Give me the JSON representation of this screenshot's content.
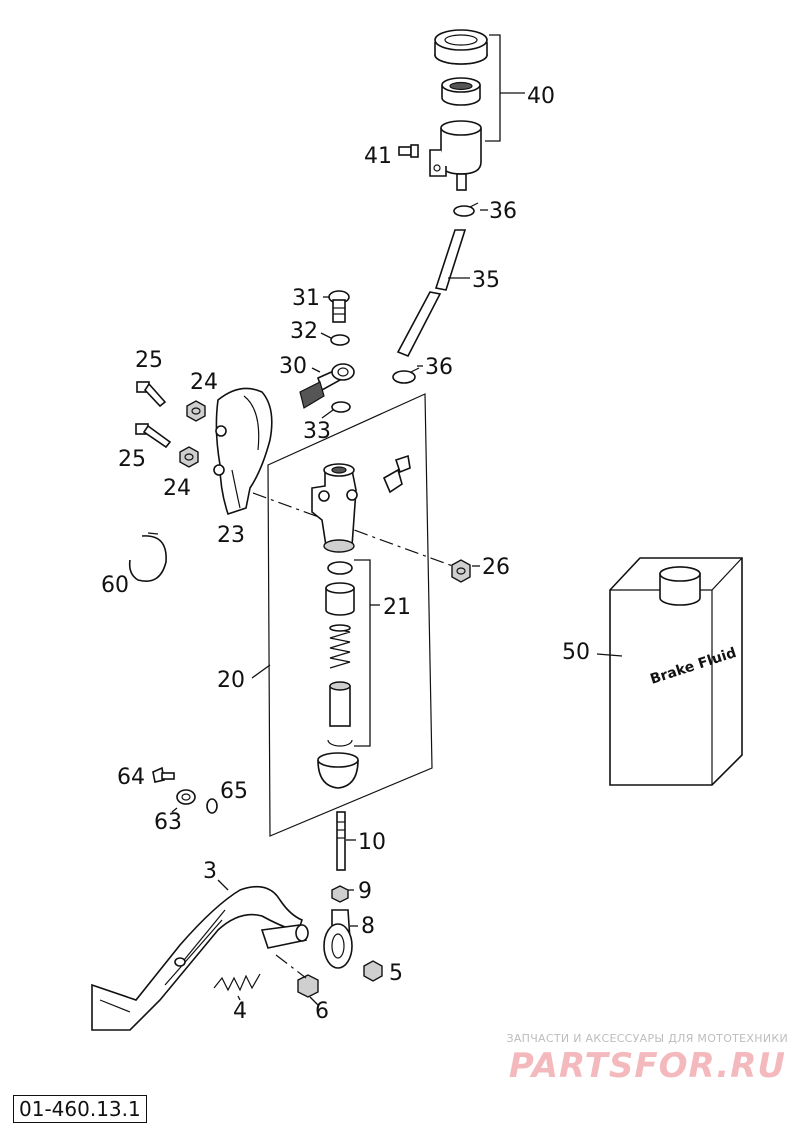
{
  "diagram": {
    "reference_code": "01-460.13.1",
    "labels": {
      "p40": "40",
      "p41": "41",
      "p36a": "36",
      "p35": "35",
      "p36b": "36",
      "p31": "31",
      "p32": "32",
      "p30": "30",
      "p33": "33",
      "p25a": "25",
      "p24a": "24",
      "p25b": "25",
      "p24b": "24",
      "p23": "23",
      "p26": "26",
      "p60": "60",
      "p21": "21",
      "p20": "20",
      "p50": "50",
      "p64": "64",
      "p65": "65",
      "p63": "63",
      "p10": "10",
      "p9": "9",
      "p8": "8",
      "p3": "3",
      "p5": "5",
      "p4": "4",
      "p6": "6"
    },
    "container_text": "Brake Fluid"
  },
  "watermark": {
    "subtitle": "ЗАПЧАСТИ И АКСЕССУАРЫ ДЛЯ МОТОТЕХНИКИ",
    "logo": "PARTSFOR.RU"
  }
}
